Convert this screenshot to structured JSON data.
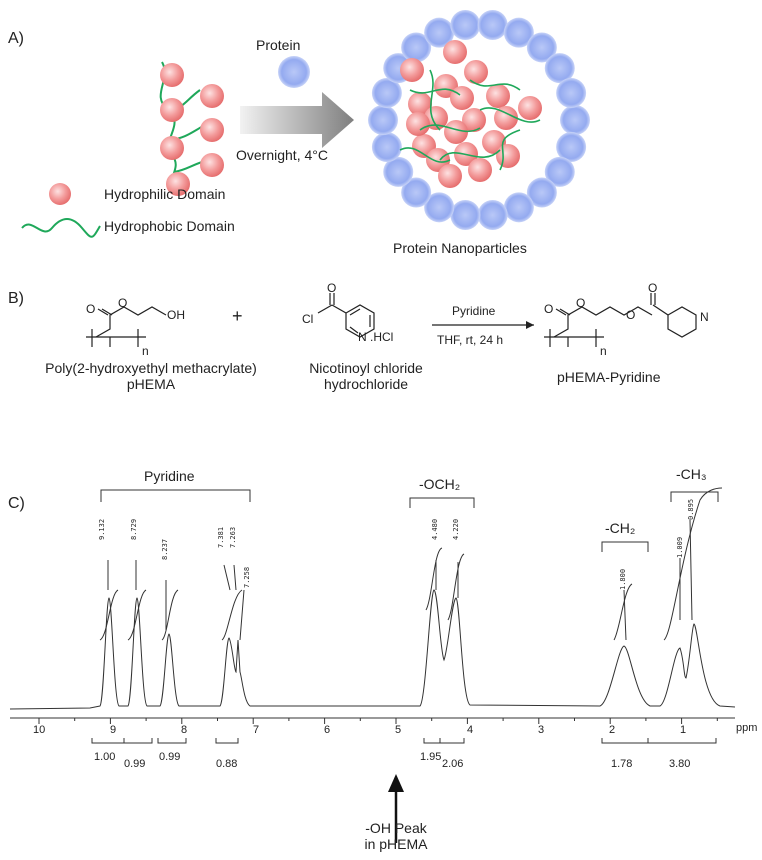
{
  "panel_a": {
    "label": "A)",
    "protein": "Protein",
    "condition": "Overnight, 4°C",
    "legend": {
      "hydrophilic": "Hydrophilic Domain",
      "hydrophobic": "Hydrophobic Domain"
    },
    "product": "Protein Nanoparticles",
    "colors": {
      "hydrophilic": "#f08a8a",
      "protein": "#8fa8ee",
      "chain": "#1fa85a"
    }
  },
  "panel_b": {
    "label": "B)",
    "reactant1": {
      "name_line1": "Poly(2-hydroxyethyl methacrylate)",
      "name_line2": "pHEMA",
      "atoms": {
        "o_carbonyl": "O",
        "o_ester": "O",
        "oh": "OH",
        "n": "n"
      }
    },
    "plus": "+",
    "reactant2": {
      "name_line1": "Nicotinoyl chloride",
      "name_line2": "hydrochloride",
      "atoms": {
        "o": "O",
        "cl": "Cl",
        "n": "N",
        "hcl": ".HCl"
      }
    },
    "reagent_top": "Pyridine",
    "reagent_bottom": "THF, rt, 24 h",
    "product": {
      "name": "pHEMA-Pyridine",
      "atoms": {
        "o1": "O",
        "o2": "O",
        "o3": "O",
        "o4": "O",
        "n": "N",
        "sub": "n"
      }
    }
  },
  "panel_c": {
    "label": "C)",
    "groups": {
      "pyridine": "Pyridine",
      "och2": "-OCH₂",
      "ch2": "-CH₂",
      "ch3": "-CH₃"
    },
    "axis_unit": "ppm",
    "axis_ticks": [
      "10",
      "9",
      "8",
      "7",
      "6",
      "5",
      "4",
      "3",
      "2",
      "1"
    ],
    "peak_labels": [
      "9.132",
      "8.729",
      "8.237",
      "7.381",
      "7.263",
      "7.258",
      "4.480",
      "4.220",
      "1.800",
      "1.009",
      "0.895"
    ],
    "integrals": [
      "1.00",
      "0.99",
      "0.99",
      "0.88",
      "1.95",
      "2.06",
      "1.78",
      "3.80"
    ],
    "oh_note": {
      "line1": "-OH Peak",
      "line2": "in pHEMA"
    }
  }
}
